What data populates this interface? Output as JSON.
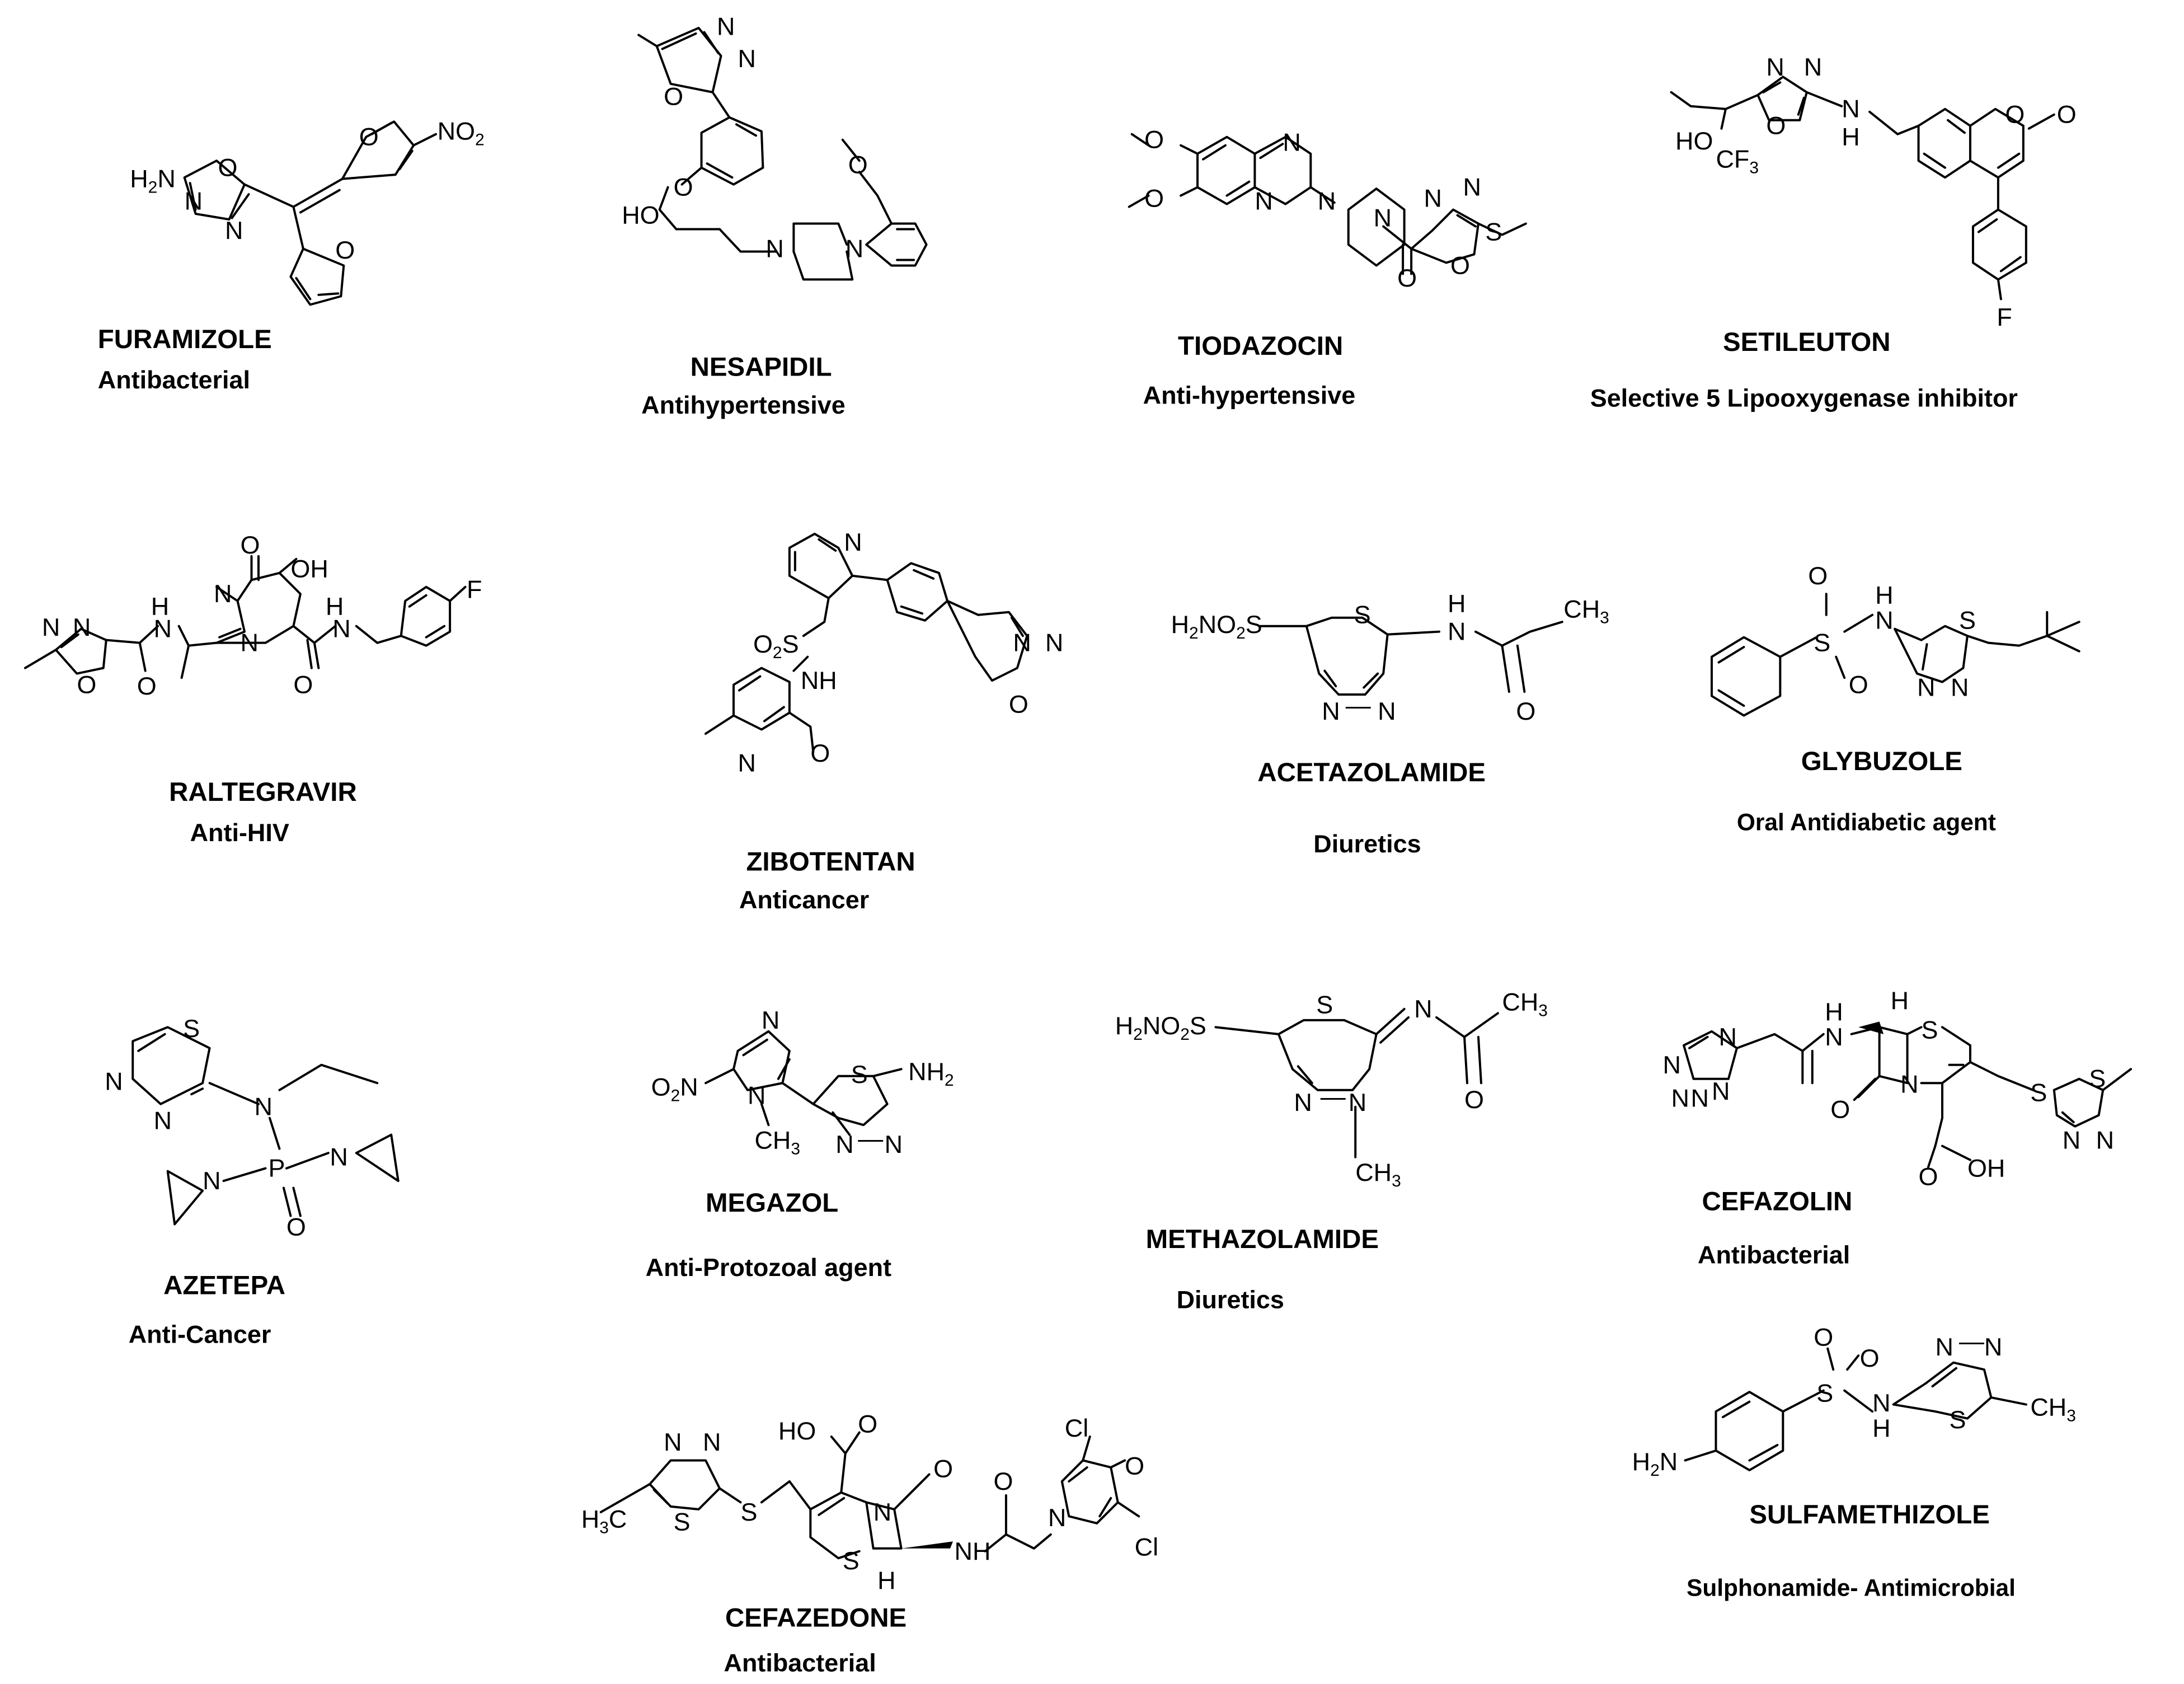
{
  "figure": {
    "compounds": [
      {
        "name": "FURAMIZOLE",
        "activity": "Antibacterial"
      },
      {
        "name": "NESAPIDIL",
        "activity": "Antihypertensive"
      },
      {
        "name": "TIODAZOCIN",
        "activity": "Anti-hypertensive"
      },
      {
        "name": "SETILEUTON",
        "activity": "Selective 5 Lipooxygenase inhibitor"
      },
      {
        "name": "RALTEGRAVIR",
        "activity": "Anti-HIV"
      },
      {
        "name": "ZIBOTENTAN",
        "activity": "Anticancer"
      },
      {
        "name": "ACETAZOLAMIDE",
        "activity": "Diuretics"
      },
      {
        "name": "GLYBUZOLE",
        "activity": "Oral Antidiabetic agent"
      },
      {
        "name": "AZETEPA",
        "activity": "Anti-Cancer"
      },
      {
        "name": "MEGAZOL",
        "activity": "Anti-Protozoal agent"
      },
      {
        "name": "METHAZOLAMIDE",
        "activity": "Diuretics"
      },
      {
        "name": "CEFAZOLIN",
        "activity": "Antibacterial"
      },
      {
        "name": "CEFAZEDONE",
        "activity": "Antibacterial"
      },
      {
        "name": "SULFAMETHIZOLE",
        "activity": "Sulphonamide- Antimicrobial"
      }
    ]
  }
}
